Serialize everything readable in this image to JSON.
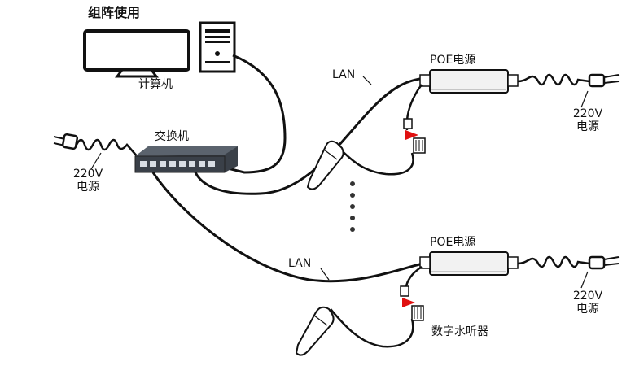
{
  "title": "组阵使用",
  "computer_label": "计算机",
  "switch_label": "交换机",
  "lan_labels": [
    "LAN",
    "LAN"
  ],
  "poe_labels": [
    "POE电源",
    "POE电源"
  ],
  "power_labels": [
    {
      "voltage": "220V",
      "text": "电源"
    },
    {
      "voltage": "220V",
      "text": "电源"
    },
    {
      "voltage": "220V",
      "text": "电源"
    }
  ],
  "hydrophone_label": "数字水听器",
  "colors": {
    "line": "#111111",
    "arrow": "#e01010",
    "switch_body": "#3a4048",
    "poe_body": "#f2f2f2"
  }
}
